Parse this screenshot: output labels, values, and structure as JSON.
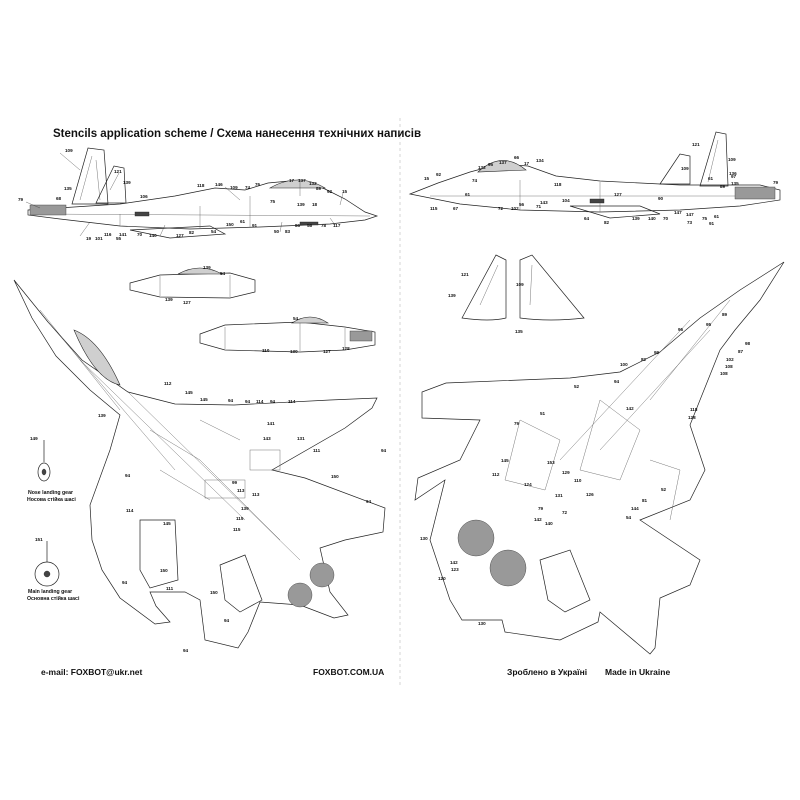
{
  "header": {
    "title": "Stencils application scheme / Схема нанесення технічних написів"
  },
  "footer": {
    "email": "e-mail: FOXBOT@ukr.net",
    "site": "FOXBOT.COM.UA",
    "made_ua": "Зроблено в Україні",
    "made_en": "Made in Ukraine"
  },
  "gear": {
    "nose_en": "Nose landing gear",
    "nose_ua": "Носова стійка шасі",
    "main_en": "Main landing gear",
    "main_ua": "Основна стійка шасі",
    "nose_callout": "149",
    "main_callout": "151"
  },
  "icons": {
    "side_view": "aircraft-side-view-icon",
    "top_view": "aircraft-planform-icon",
    "tail_fin": "tail-fin-icon",
    "engine_nacelle": "engine-nacelle-icon",
    "wheel": "landing-wheel-icon"
  },
  "callouts": {
    "left_side": [
      "79",
      "109",
      "135",
      "121",
      "139",
      "106",
      "68",
      "118",
      "146",
      "109",
      "74",
      "76",
      "17",
      "137",
      "132",
      "89",
      "92",
      "15",
      "75",
      "139",
      "18",
      "91",
      "61",
      "101",
      "19",
      "55",
      "116",
      "141",
      "70",
      "140",
      "127",
      "82",
      "54",
      "150",
      "86",
      "58",
      "78",
      "117",
      "50",
      "83"
    ],
    "left_nacelles": [
      "139",
      "54",
      "139",
      "127",
      "54",
      "110",
      "130",
      "127",
      "128"
    ],
    "left_bottom": [
      "112",
      "145",
      "145",
      "94",
      "94",
      "114",
      "94",
      "114",
      "139",
      "141",
      "131",
      "111",
      "143",
      "150",
      "94",
      "94",
      "99",
      "113",
      "113",
      "139",
      "114",
      "94",
      "115",
      "145",
      "115",
      "150",
      "111",
      "150",
      "94",
      "94",
      "94"
    ],
    "right_side": [
      "15",
      "92",
      "132",
      "95",
      "137",
      "66",
      "17",
      "134",
      "121",
      "109",
      "109",
      "136",
      "135",
      "89",
      "61",
      "97",
      "79",
      "115",
      "67",
      "61",
      "74",
      "118",
      "56",
      "72",
      "102",
      "71",
      "104",
      "143",
      "127",
      "147",
      "90",
      "147",
      "61",
      "64",
      "82",
      "139",
      "140",
      "70",
      "73",
      "75",
      "91"
    ],
    "right_tail": [
      "121",
      "109",
      "139",
      "135"
    ],
    "right_bottom": [
      "89",
      "95",
      "96",
      "87",
      "98",
      "99",
      "82",
      "100",
      "102",
      "108",
      "108",
      "52",
      "94",
      "118",
      "128",
      "142",
      "51",
      "79",
      "153",
      "129",
      "112",
      "145",
      "110",
      "126",
      "124",
      "131",
      "72",
      "79",
      "140",
      "142",
      "54",
      "81",
      "144",
      "130",
      "142",
      "123",
      "120",
      "130",
      "52"
    ]
  }
}
